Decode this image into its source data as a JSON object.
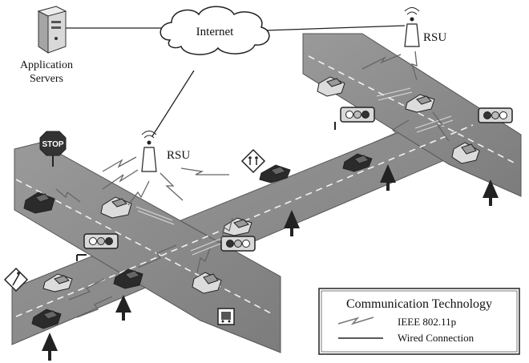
{
  "labels": {
    "internet": "Internet",
    "app_servers_line1": "Application",
    "app_servers_line2": "Servers",
    "rsu_left": "RSU",
    "rsu_right": "RSU",
    "stop_sign": "STOP"
  },
  "legend": {
    "title": "Communication Technology",
    "items": [
      {
        "label": "IEEE 802.11p",
        "icon": "lightning-zigzag"
      },
      {
        "label": "Wired Connection",
        "icon": "solid-line"
      }
    ]
  },
  "colors": {
    "road": "#8a8a8a",
    "road_edge": "#555555",
    "lane_mark": "#f2f2f2",
    "car_dark": "#2b2b2b",
    "car_light": "#dcdcdc",
    "wire": "#222222"
  }
}
